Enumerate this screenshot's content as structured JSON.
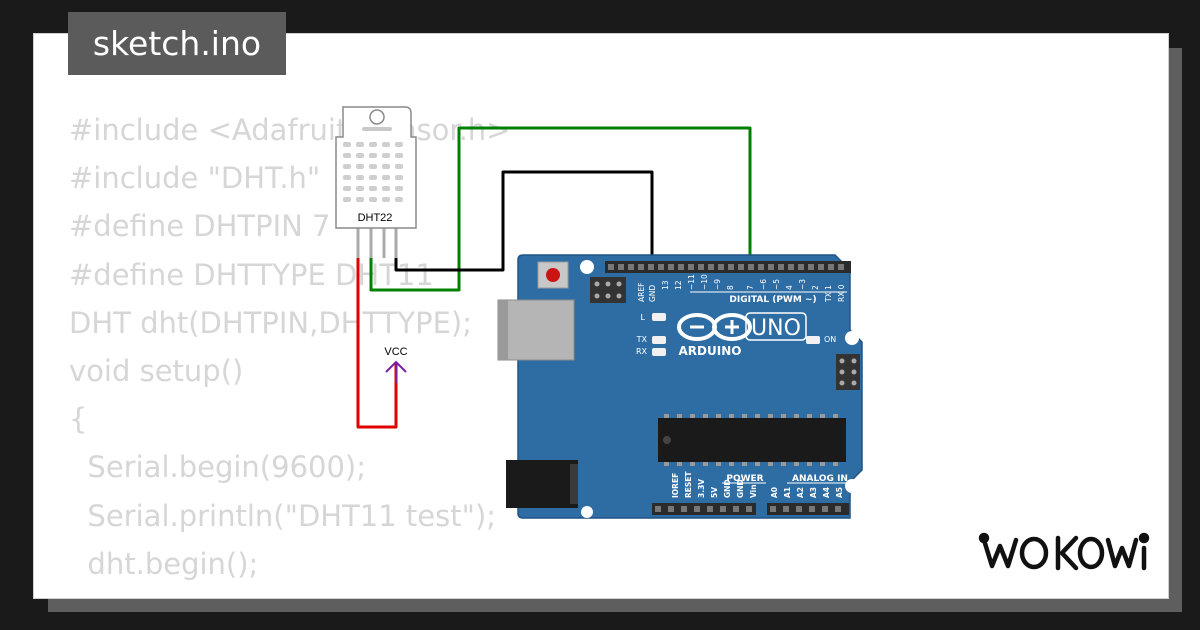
{
  "file_tab": {
    "label": "sketch.ino"
  },
  "code": {
    "lines": [
      "#include <Adafruit_Sensor.h>",
      "#include \"DHT.h\"",
      "#define DHTPIN 7",
      "#define DHTTYPE DHT11",
      "DHT dht(DHTPIN,DHTTYPE);",
      "void setup()",
      "{",
      "  Serial.begin(9600);",
      "  Serial.println(\"DHT11 test\");",
      "  dht.begin();",
      "}"
    ]
  },
  "dht22": {
    "label": "DHT22"
  },
  "vcc": {
    "label": "VCC"
  },
  "arduino": {
    "brand": "ARDUINO",
    "model": "UNO",
    "digital_header": "DIGITAL (PWM ~)",
    "power_header": "POWER",
    "analog_header": "ANALOG IN",
    "on_label": "ON",
    "l_label": "L",
    "tx_label": "TX",
    "rx_label": "RX",
    "top_pins": [
      "AREF",
      "GND",
      "13",
      "12",
      "~11",
      "~10",
      "~9",
      "8",
      "7",
      "~6",
      "~5",
      "4",
      "~3",
      "2",
      "TX 1",
      "RX 0"
    ],
    "power_pins": [
      "IOREF",
      "RESET",
      "3.3V",
      "5V",
      "GND",
      "GND",
      "Vin"
    ],
    "analog_pins": [
      "A0",
      "A1",
      "A2",
      "A3",
      "A4",
      "A5"
    ]
  },
  "wires": {
    "green": "#008000",
    "black": "#000000",
    "red": "#e00000",
    "vcc_color": "#7a1fa2"
  },
  "colors": {
    "board": "#2e6da4",
    "board_dark": "#1f5487",
    "dht_body": "#ffffff"
  },
  "brand_logo": {
    "text": "WOKWI"
  }
}
